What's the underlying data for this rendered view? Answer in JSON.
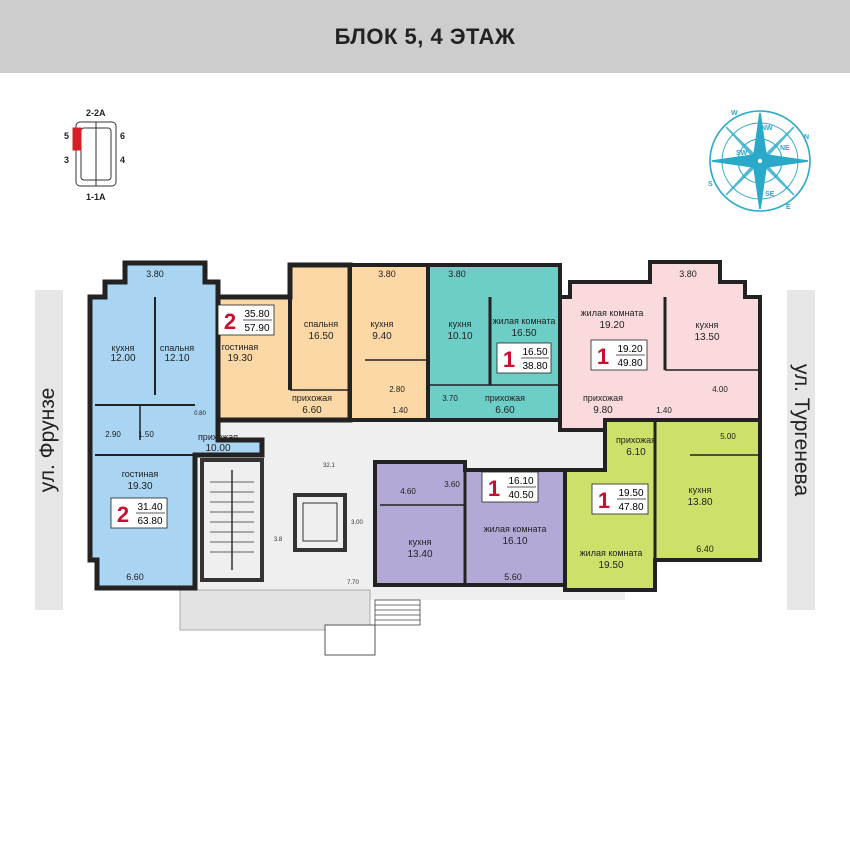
{
  "header": {
    "title": "БЛОК 5, 4 ЭТАЖ"
  },
  "streets": {
    "left": "ул. Фрунзе",
    "right": "ул. Тургенева"
  },
  "locator": {
    "top": "2-2А",
    "bottom": "1-1А",
    "left_top": "5",
    "left_bottom": "3",
    "right_top": "6",
    "right_bottom": "4"
  },
  "compass": {
    "n": "N",
    "nw": "NW",
    "s": "S",
    "w": "W",
    "e": "E",
    "se": "SE",
    "sw": "SW",
    "ne": "NE"
  },
  "colors": {
    "blue": "#a9d4f2",
    "peach": "#fbd8a6",
    "teal": "#6dcdc7",
    "pink": "#fadadd",
    "lime": "#cde06a",
    "purple": "#b4a9d6",
    "wall": "#222222",
    "badge_red": "#c8102e",
    "compass": "#2aa9c9"
  },
  "balconies": {
    "b1": "3.80",
    "b2": "3.80",
    "b3": "3.80",
    "b4": "3.80",
    "b_left_bottom": "6.60",
    "b_purple": "5.60",
    "b_lime": "6.40"
  },
  "apartments": {
    "a1": {
      "rooms": "2",
      "living": "31.40",
      "total": "63.80"
    },
    "a2": {
      "rooms": "2",
      "living": "35.80",
      "total": "57.90"
    },
    "a3": {
      "rooms": "1",
      "living": "16.50",
      "total": "38.80"
    },
    "a4": {
      "rooms": "1",
      "living": "19.20",
      "total": "49.80"
    },
    "a5": {
      "rooms": "1",
      "living": "16.10",
      "total": "40.50"
    },
    "a6": {
      "rooms": "1",
      "living": "19.50",
      "total": "47.80"
    }
  },
  "rooms": {
    "kitchen_a1": {
      "name": "кухня",
      "area": "12.00"
    },
    "bedroom_a1": {
      "name": "спальня",
      "area": "12.10"
    },
    "living_a1": {
      "name": "гостиная",
      "area": "19.30"
    },
    "small_a1_1": "2.90",
    "small_a1_2": "1.50",
    "small_a1_3": "0.80",
    "hall_a1": {
      "name": "прихожая",
      "area": "10.00"
    },
    "living_a2": {
      "name": "гостиная",
      "area": "19.30"
    },
    "bedroom_a2": {
      "name": "спальня",
      "area": "16.50"
    },
    "kitchen_a2": {
      "name": "кухня",
      "area": "9.40"
    },
    "hall_a2": {
      "name": "прихожая",
      "area": "6.60"
    },
    "small_a2_1": "2.80",
    "small_a2_2": "1.40",
    "kitchen_a3": {
      "name": "кухня",
      "area": "10.10"
    },
    "living_a3": {
      "name": "жилая комната",
      "area": "16.50"
    },
    "hall_a3": {
      "name": "прихожая",
      "area": "6.60"
    },
    "small_a3": "3.70",
    "living_a4": {
      "name": "жилая комната",
      "area": "19.20"
    },
    "kitchen_a4": {
      "name": "кухня",
      "area": "13.50"
    },
    "hall_a4": {
      "name": "прихожая",
      "area": "9.80"
    },
    "small_a4_1": "4.00",
    "small_a4_2": "1.40",
    "kitchen_a5": {
      "name": "кухня",
      "area": "13.40"
    },
    "living_a5": {
      "name": "жилая комната",
      "area": "16.10"
    },
    "small_a5_1": "4.60",
    "small_a5_2": "3.60",
    "hall_a6": {
      "name": "прихожая",
      "area": "6.10"
    },
    "kitchen_a6": {
      "name": "кухня",
      "area": "13.80"
    },
    "living_a6": {
      "name": "жилая комната",
      "area": "19.50"
    },
    "small_a6": "5.00"
  },
  "common": {
    "c1": "32.1",
    "c2": "3.00",
    "c3": "3.8",
    "c4": "7.70"
  }
}
